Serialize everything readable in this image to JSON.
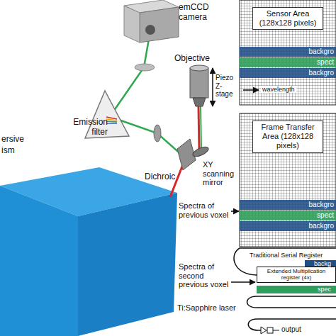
{
  "diagram": {
    "nodes": [
      {
        "text": [
          "Sensor Area (128x128 pixels)"
        ]
      },
      {
        "text": [
          "backgro"
        ],
        "in": 0
      },
      {
        "text": [
          "spect"
        ],
        "in": 0
      },
      {
        "text": [
          "backgro"
        ],
        "in": 0
      },
      {
        "text": [
          "Frame Transfer Area (128x128 pixels)"
        ]
      },
      {
        "text": [
          "backgro"
        ],
        "in": 4
      },
      {
        "text": [
          "spect"
        ],
        "in": 4
      },
      {
        "text": [
          "backgro"
        ],
        "in": 4
      },
      {
        "text": [
          "Extended Multiplication register (4x)"
        ]
      }
    ],
    "labels": [
      "emCCD camera",
      "ersive",
      "ism",
      "Emission filter",
      "Objective",
      "Piezo Z-stage",
      "Dichroic",
      "XY scanning mirror",
      "Ti:Sapphire laser",
      "wavelength",
      "Spectra of previous voxel",
      "Traditional Serial Register",
      "backg",
      "spec",
      "Spectra of second previous voxel",
      "output"
    ]
  }
}
